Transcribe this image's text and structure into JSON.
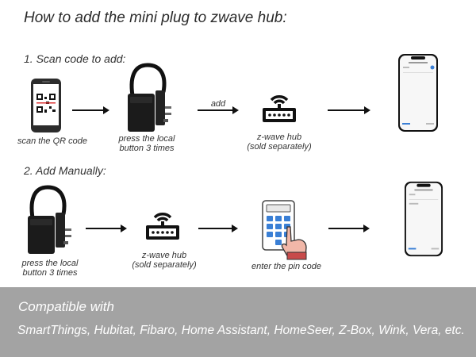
{
  "title": "How to add the mini plug to zwave hub:",
  "step1": {
    "label": "1. Scan code to add:",
    "scan_caption": "scan the QR code",
    "plug_caption_line1": "press the local",
    "plug_caption_line2": "button 3 times",
    "add_label": "add",
    "hub_caption_line1": "z-wave hub",
    "hub_caption_line2": "(sold separately)"
  },
  "step2": {
    "label": "2. Add Manually:",
    "plug_caption_line1": "press the local",
    "plug_caption_line2": "button 3 times",
    "hub_caption_line1": "z-wave hub",
    "hub_caption_line2": "(sold separately)",
    "pin_caption": "enter the pin code"
  },
  "footer": {
    "heading": "Compatible with",
    "brands": "SmartThings, Hubitat, Fibaro, Home Assistant, HomeSeer, Z-Box, Wink, Vera, etc."
  },
  "icons": {
    "phone": "phone-qr-icon",
    "plug": "outdoor-plug-icon",
    "hub": "zwave-hub-icon",
    "keypad": "pin-keypad-icon",
    "app": "smartphone-app-icon"
  },
  "colors": {
    "footer_bg": "#a3a3a3",
    "keypad_key": "#3a7fd5",
    "hand": "#f1b7a8"
  }
}
